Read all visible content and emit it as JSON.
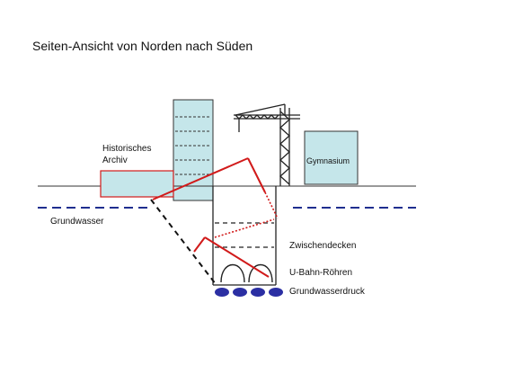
{
  "title": "Seiten-Ansicht von Norden nach Süden",
  "labels": {
    "archiv_line1": "Historisches",
    "archiv_line2": "Archiv",
    "gymnasium": "Gymnasium",
    "grundwasser": "Grundwasser",
    "zwischendecken": "Zwischendecken",
    "ubahn_roehren": "U-Bahn-Röhren",
    "grundwasserdruck": "Grundwasserdruck"
  },
  "colors": {
    "building_fill": "#c5e6ea",
    "building_stroke": "#333333",
    "collapse_red": "#d11a1a",
    "groundwater_blue": "#1f2e8f",
    "ground_line": "#333333"
  }
}
